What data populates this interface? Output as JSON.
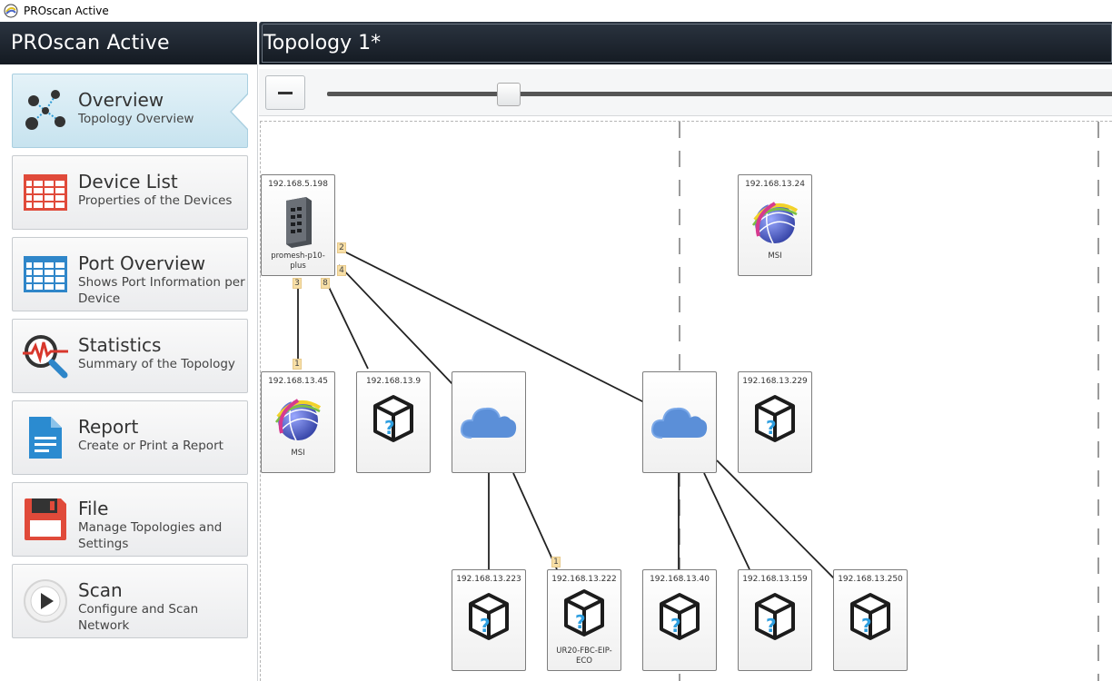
{
  "window": {
    "title": "PROscan Active"
  },
  "sidebar": {
    "header": "PROscan Active",
    "items": [
      {
        "title": "Overview",
        "subtitle": "Topology Overview",
        "icon": "topology-icon",
        "active": true
      },
      {
        "title": "Device List",
        "subtitle": "Properties of the Devices",
        "icon": "table-red-icon"
      },
      {
        "title": "Port Overview",
        "subtitle": "Shows Port Information per Device",
        "icon": "table-blue-icon"
      },
      {
        "title": "Statistics",
        "subtitle": "Summary of the Topology",
        "icon": "statistics-magnifier-icon"
      },
      {
        "title": "Report",
        "subtitle": "Create or Print a Report",
        "icon": "document-icon"
      },
      {
        "title": "File",
        "subtitle": "Manage Topologies and Settings",
        "icon": "floppy-disk-icon"
      },
      {
        "title": "Scan",
        "subtitle": "Configure and Scan Network",
        "icon": "play-icon"
      }
    ]
  },
  "main": {
    "title": "Topology 1*",
    "zoom": {
      "level": 0.22
    }
  },
  "topology": {
    "nodes": [
      {
        "id": "switch",
        "ip": "192.168.5.198",
        "name": "promesh-p10-plus",
        "type": "switch"
      },
      {
        "id": "msi-top",
        "ip": "192.168.13.24",
        "name": "MSI",
        "type": "globe"
      },
      {
        "id": "msi-left",
        "ip": "192.168.13.45",
        "name": "MSI",
        "type": "globe"
      },
      {
        "id": "unk-9",
        "ip": "192.168.13.9",
        "name": "",
        "type": "unknown"
      },
      {
        "id": "cloud-1",
        "ip": "",
        "name": "",
        "type": "cloud"
      },
      {
        "id": "cloud-2",
        "ip": "",
        "name": "",
        "type": "cloud"
      },
      {
        "id": "unk-229",
        "ip": "192.168.13.229",
        "name": "",
        "type": "unknown"
      },
      {
        "id": "unk-223",
        "ip": "192.168.13.223",
        "name": "",
        "type": "unknown"
      },
      {
        "id": "ur20",
        "ip": "192.168.13.222",
        "name": "UR20-FBC-EIP-ECO",
        "type": "unknown"
      },
      {
        "id": "unk-40",
        "ip": "192.168.13.40",
        "name": "",
        "type": "unknown"
      },
      {
        "id": "unk-159",
        "ip": "192.168.13.159",
        "name": "",
        "type": "unknown"
      },
      {
        "id": "unk-250",
        "ip": "192.168.13.250",
        "name": "",
        "type": "unknown"
      }
    ],
    "ports": [
      "2",
      "4",
      "3",
      "8",
      "1",
      "1"
    ]
  },
  "colors": {
    "header_bg": "#1b222b",
    "active_item": "#cbe5f0",
    "port_label": "#f7dfa7"
  }
}
